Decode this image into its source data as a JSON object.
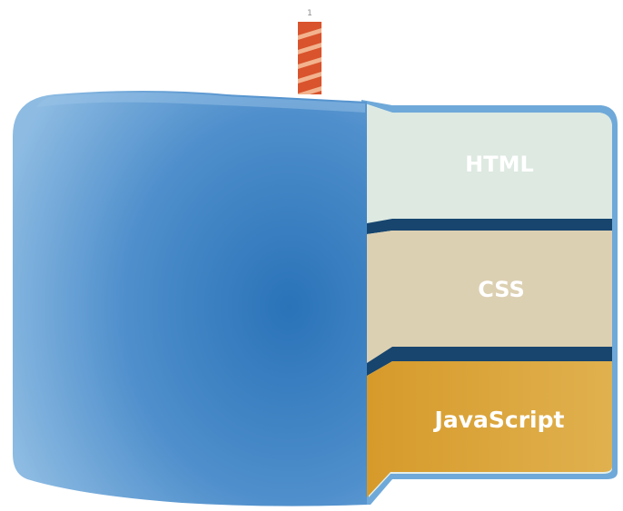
{
  "candle": {
    "number": "1"
  },
  "layers": [
    {
      "label": "HTML",
      "color": "#dde9e1",
      "text_color": "#ffffff"
    },
    {
      "label": "CSS",
      "color": "#dcd0b2",
      "text_color": "#ffffff"
    },
    {
      "label": "JavaScript",
      "color": "#dba33a",
      "text_color": "#ffffff"
    }
  ],
  "colors": {
    "cake_blue": "#3b7fbf",
    "cake_blue_light": "#7eb1dc",
    "separator": "#17456e",
    "candle_orange": "#d9532c",
    "candle_stripe": "#f2b38e",
    "frame_blue": "#5a9fd6"
  }
}
